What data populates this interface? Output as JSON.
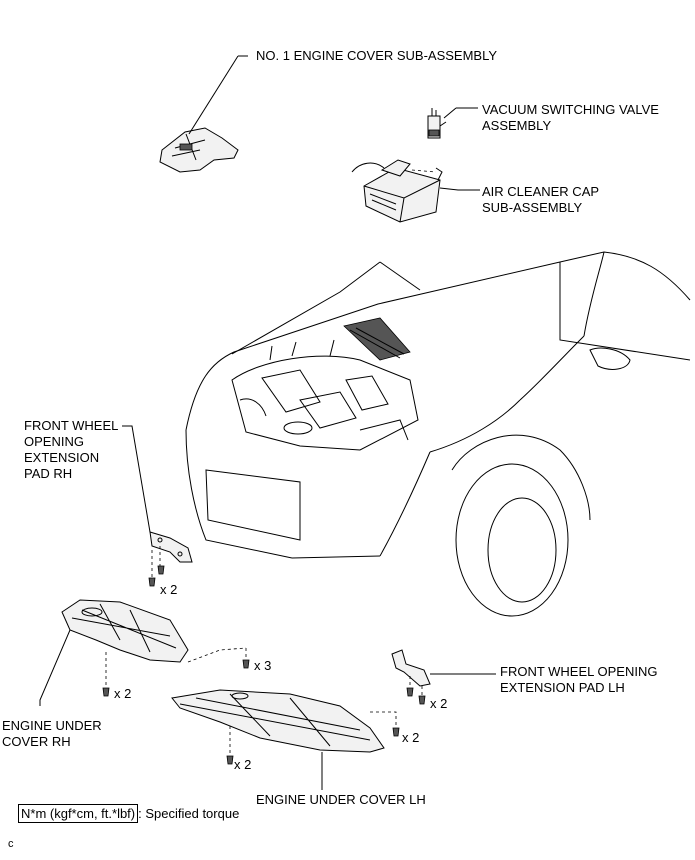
{
  "labels": {
    "engine_cover": "NO. 1 ENGINE COVER SUB-ASSEMBLY",
    "vsv": [
      "VACUUM SWITCHING VALVE",
      "ASSEMBLY"
    ],
    "air_cleaner": [
      "AIR CLEANER CAP",
      "SUB-ASSEMBLY"
    ],
    "pad_rh": [
      "FRONT WHEEL",
      "OPENING",
      "EXTENSION",
      "PAD RH"
    ],
    "pad_lh": [
      "FRONT WHEEL OPENING",
      "EXTENSION PAD LH"
    ],
    "cover_rh": [
      "ENGINE UNDER",
      "COVER RH"
    ],
    "cover_lh": "ENGINE UNDER COVER LH"
  },
  "quantities": {
    "pad_rh_bolts": "x 2",
    "center_bolts": "x 3",
    "cover_rh_bolts": "x 2",
    "pad_lh_bolts": "x 2",
    "cover_lh_side_bolts": "x 2",
    "cover_lh_bottom_bolts": "x 2"
  },
  "legend": {
    "unit": "N*m (kgf*cm, ft.*lbf)",
    "text": ": Specified torque"
  },
  "footer_code": "c"
}
